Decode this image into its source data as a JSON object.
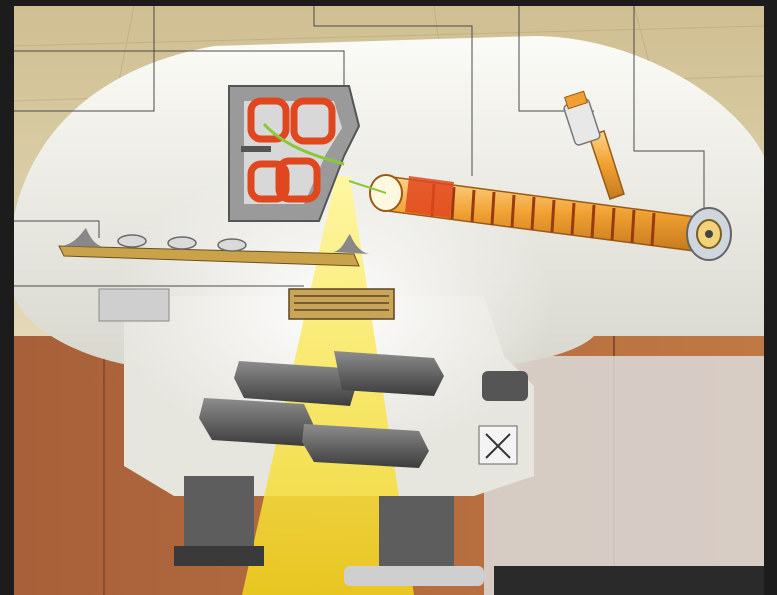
{
  "illustration": {
    "subject": "linear-accelerator-cutaway",
    "components": [
      {
        "id": "electron-gun",
        "icon": "electron-gun-icon"
      },
      {
        "id": "accelerator-waveguide",
        "icon": "waveguide-icon"
      },
      {
        "id": "rf-feed",
        "icon": "rf-feed-icon"
      },
      {
        "id": "bending-magnet",
        "icon": "bending-magnet-icon"
      },
      {
        "id": "target",
        "icon": "target-icon"
      },
      {
        "id": "flattening-filter",
        "icon": "filter-icon"
      },
      {
        "id": "collimator-jaws",
        "icon": "collimator-icon"
      },
      {
        "id": "radiation-beam",
        "icon": "beam-icon"
      }
    ],
    "leader_line_count": 7
  },
  "colors": {
    "frame": "#1c1c1c",
    "ceiling": "#d9c9a0",
    "wall": "#b06a3c",
    "housing": "#ecebe4",
    "magnet_coil": "#e0471f",
    "beam": "#f5e02a",
    "waveguide": "#f0a030",
    "leader_line": "#4a4a4a"
  }
}
